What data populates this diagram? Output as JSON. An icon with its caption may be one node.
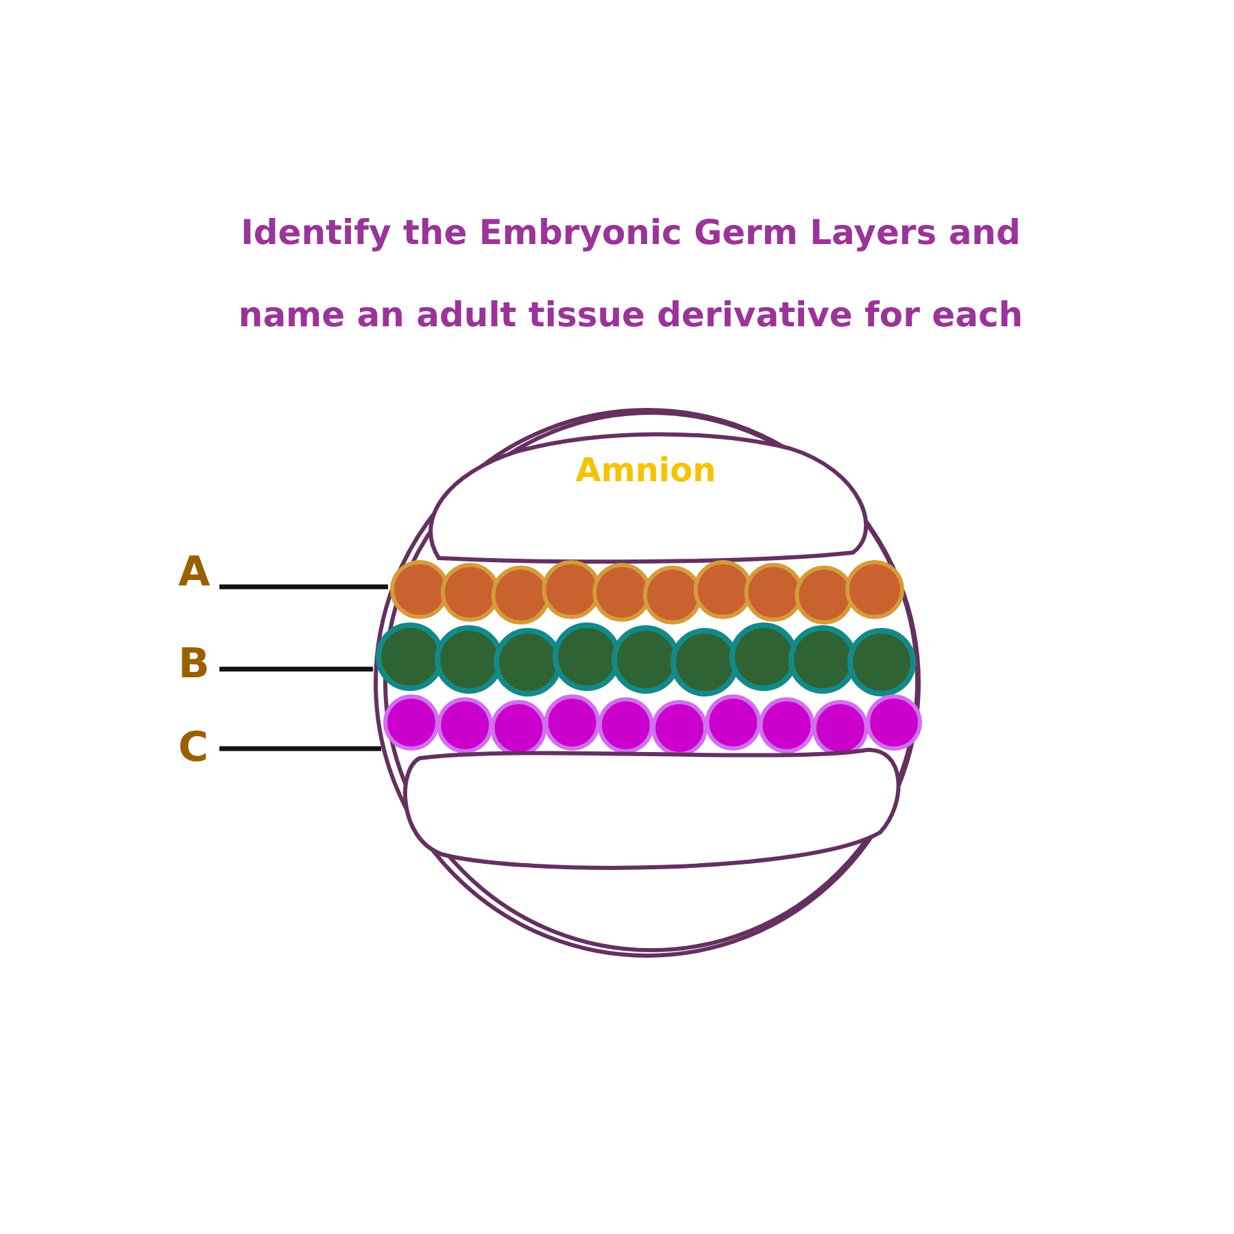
{
  "diagram": {
    "title": "Identify the Embryonic Germ Layers and name an adult tissue derivative for each",
    "nodes": [
      {
        "text": [],
        "shape": "circle"
      },
      {
        "text": [
          "Amnion"
        ],
        "in": 0
      },
      {
        "text": [],
        "shape": "bar",
        "in": 0
      },
      {
        "text": [],
        "shape": "bar",
        "in": 0
      },
      {
        "text": [],
        "shape": "bar",
        "in": 0
      },
      {
        "text": [],
        "shape": "box",
        "in": 0
      },
      {
        "text": [
          "A"
        ]
      },
      {
        "text": [
          "B"
        ]
      },
      {
        "text": [
          "C"
        ]
      }
    ],
    "edges": [
      {
        "from": 6,
        "to": 2,
        "arrow": "none"
      },
      {
        "from": 7,
        "to": 3,
        "arrow": "none"
      },
      {
        "from": 8,
        "to": 4,
        "arrow": "none"
      }
    ]
  }
}
